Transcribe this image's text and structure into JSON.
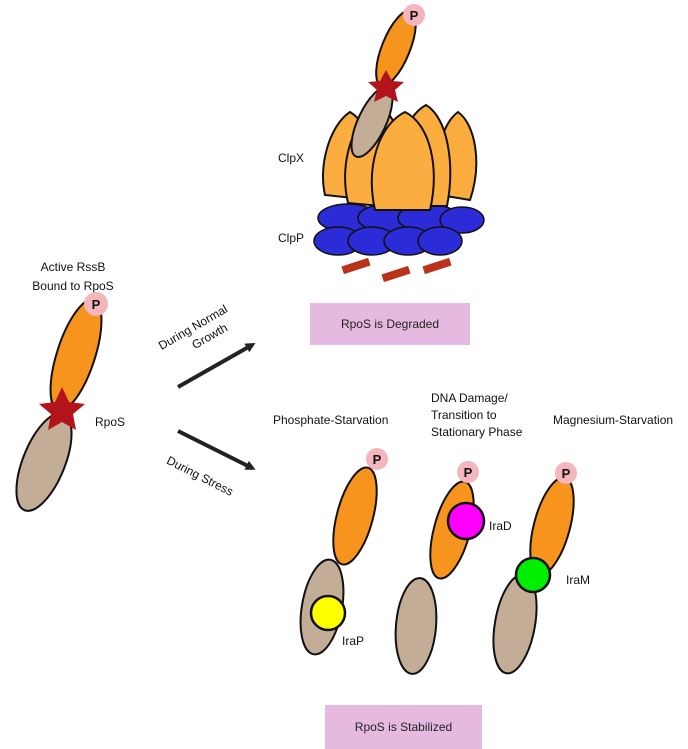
{
  "left": {
    "title_line1": "Active RssB",
    "title_line2": "Bound to RpoS",
    "rpos_label": "RpoS",
    "phospho_label": "P"
  },
  "arrows": {
    "normal_line1": "During Normal",
    "normal_line2": "Growth",
    "stress": "During Stress"
  },
  "top": {
    "clpx_label": "ClpX",
    "clpp_label": "ClpP",
    "phospho_label": "P",
    "result": "RpoS is Degraded"
  },
  "bottom": {
    "phosphate_header": "Phosphate-Starvation",
    "dna_header_line1": "DNA Damage/",
    "dna_header_line2": "Transition to",
    "dna_header_line3": "Stationary Phase",
    "magnesium_header": "Magnesium-Starvation",
    "irap_label": "IraP",
    "irad_label": "IraD",
    "iram_label": "IraM",
    "phospho_label": "P",
    "result": "RpoS is Stabilized"
  },
  "colors": {
    "rssb_orange": "#f7941d",
    "rpos_tan": "#c4ad96",
    "phospho_pink": "#f4b6bc",
    "star_red": "#b3141b",
    "clpx_orange": "#fbad3f",
    "clpp_blue": "#2b2bd8",
    "fragment_red": "#b8331a",
    "irap_yellow": "#ffff00",
    "irad_magenta": "#ff00ff",
    "iram_green": "#00ee00",
    "result_box": "#e6b9e0"
  }
}
